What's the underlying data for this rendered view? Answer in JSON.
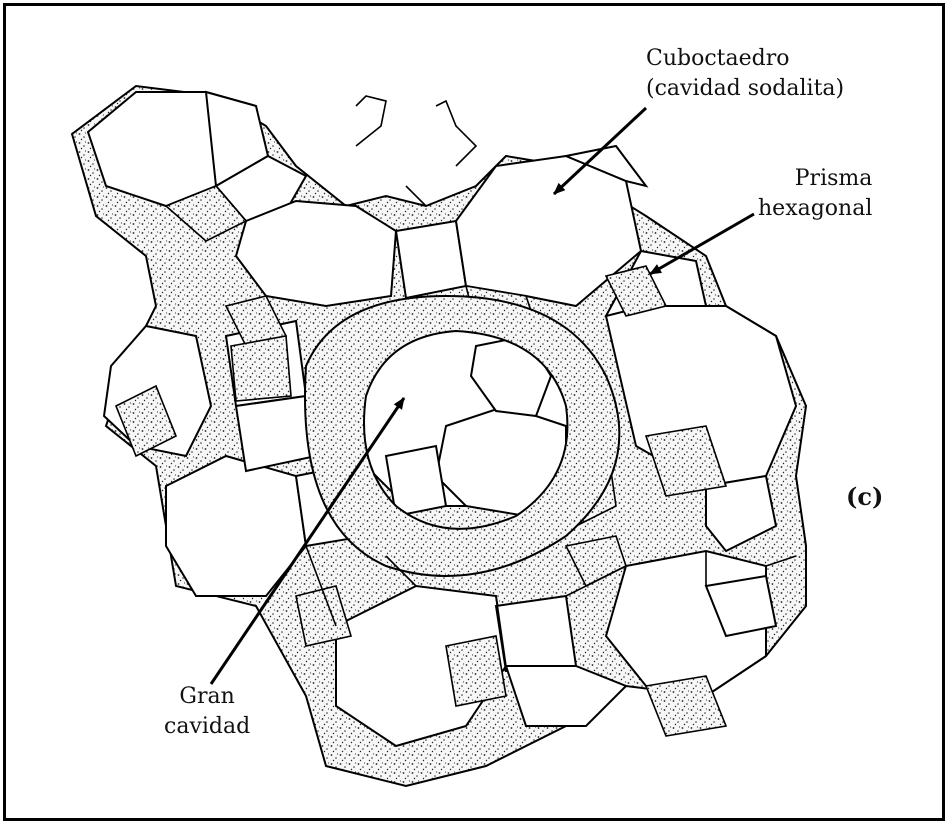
{
  "labels": {
    "cuboctahedron": {
      "line1": "Cuboctaedro",
      "line2": "(cavidad sodalita)"
    },
    "hex_prism": {
      "line1": "Prisma",
      "line2": "hexagonal"
    },
    "large_cavity": {
      "line1": "Gran",
      "line2": "cavidad"
    },
    "panel_letter": "(c)"
  },
  "colors": {
    "ink": "#111111",
    "stipple": "#3a3a3a",
    "face": "#ffffff",
    "frame": "#000000"
  }
}
